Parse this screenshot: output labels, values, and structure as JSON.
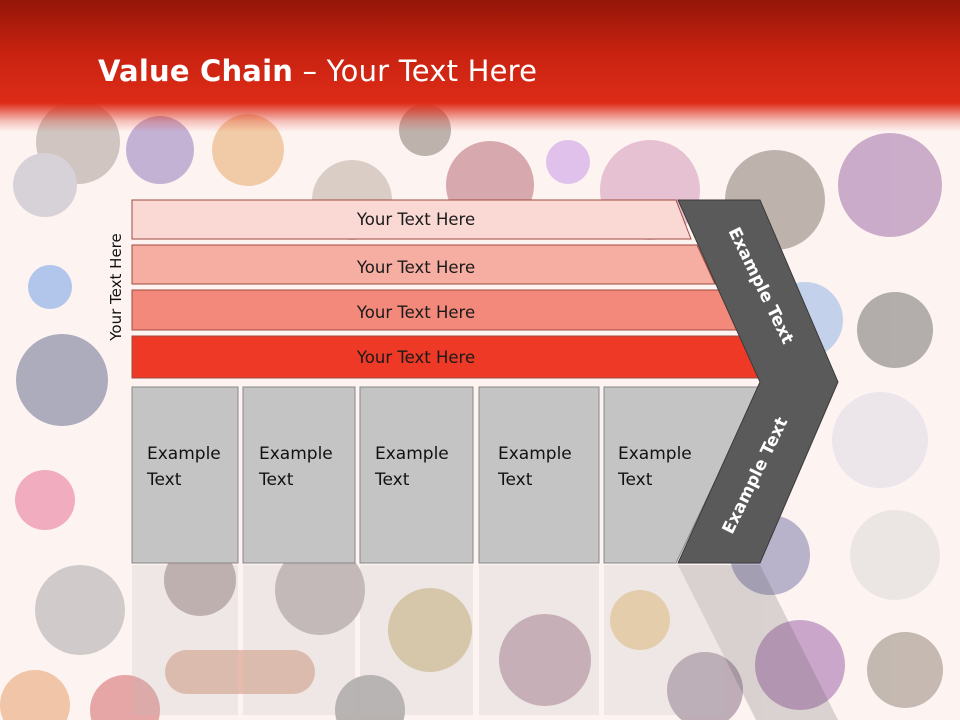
{
  "slide": {
    "title_bold": "Value Chain",
    "title_rest": " – Your Text Here"
  },
  "side_label": "Your Text Here",
  "bands": [
    {
      "label": "Your Text Here",
      "color": "#fad9d4"
    },
    {
      "label": "Your Text Here",
      "color": "#f6ada2"
    },
    {
      "label": "Your Text Here",
      "color": "#f2897a"
    },
    {
      "label": "Your Text Here",
      "color": "#ed3926"
    }
  ],
  "columns": [
    {
      "line1": "Example",
      "line2": "Text"
    },
    {
      "line1": "Example",
      "line2": "Text"
    },
    {
      "line1": "Example",
      "line2": "Text"
    },
    {
      "line1": "Example",
      "line2": "Text"
    },
    {
      "line1": "Example",
      "line2": "Text"
    }
  ],
  "arrow": {
    "upper_label": "Example Text",
    "lower_label": "Example Text",
    "color": "#5a5a5a"
  },
  "colors": {
    "column_fill": "#c4c4c4",
    "header_red": "#dd2c18"
  }
}
